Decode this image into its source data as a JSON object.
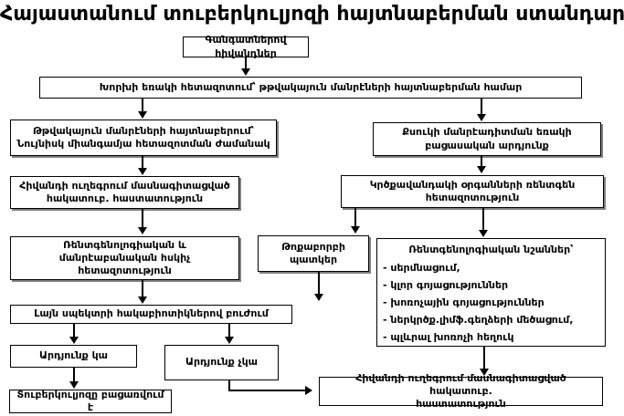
{
  "title": "Հայաստանում տուբերկուլյոզի հայտնաբերման ստանդարտ",
  "nodes": {
    "patients": "Գանգատներով հիվանդներ",
    "sputum_exam": "Խորխի եռակի հետազոտում՝ թթվակայուն մանրէների հայտնաբերման համար",
    "afb_detected": [
      "Թթվակայուն մանրէների հայտնաբերում՝",
      "Նույնիսկ միանգամյա հետազոտման ժամանակ"
    ],
    "smear_negative": [
      "Քսուկի մանրէադիտման եռակի",
      "բացասական արդյունք"
    ],
    "referral_tb": [
      "Հիվանդի ուղեգրում մասնագիտացված",
      "հակատուբ. հաստատություն"
    ],
    "chest_xray": [
      "Կրծքավանդակի օրգանների ռենտգեն",
      "հետազոտություն"
    ],
    "control_exam": [
      "Ռենտգենոլոգիական և",
      "մանրէաբանական հսկիչ",
      "հետազոտություն"
    ],
    "pneumonia": [
      "Թոքաբորբի",
      "պատկեր"
    ],
    "xray_signs": {
      "title": "Ռենտգենոլոգիական նշաններ՝",
      "items": [
        "- սերմնացում,",
        "- կլոր գոյացություններ",
        "- խոռոչային գոյացություններ",
        "- ներկրծք.լիմֆ.գեղձերի մեծացում,",
        "- պլևրալ խոռոչի հեղուկ"
      ]
    },
    "antibiotics": "Լայն սպեկտրի հակաբիոտիկներով բուժում",
    "result_yes": "Արդյունք կա",
    "result_no": "Արդյունք չկա",
    "tb_excluded": "Տուբերկուլյոզը բացառվում է",
    "referral_tb2": [
      "Հիվանդի ուղեգրում մասնագիտացված հակատուբ.",
      "հաստատություն"
    ]
  },
  "colors": {
    "line": "#000000",
    "shadow": "#808080",
    "background": "#ffffff"
  }
}
